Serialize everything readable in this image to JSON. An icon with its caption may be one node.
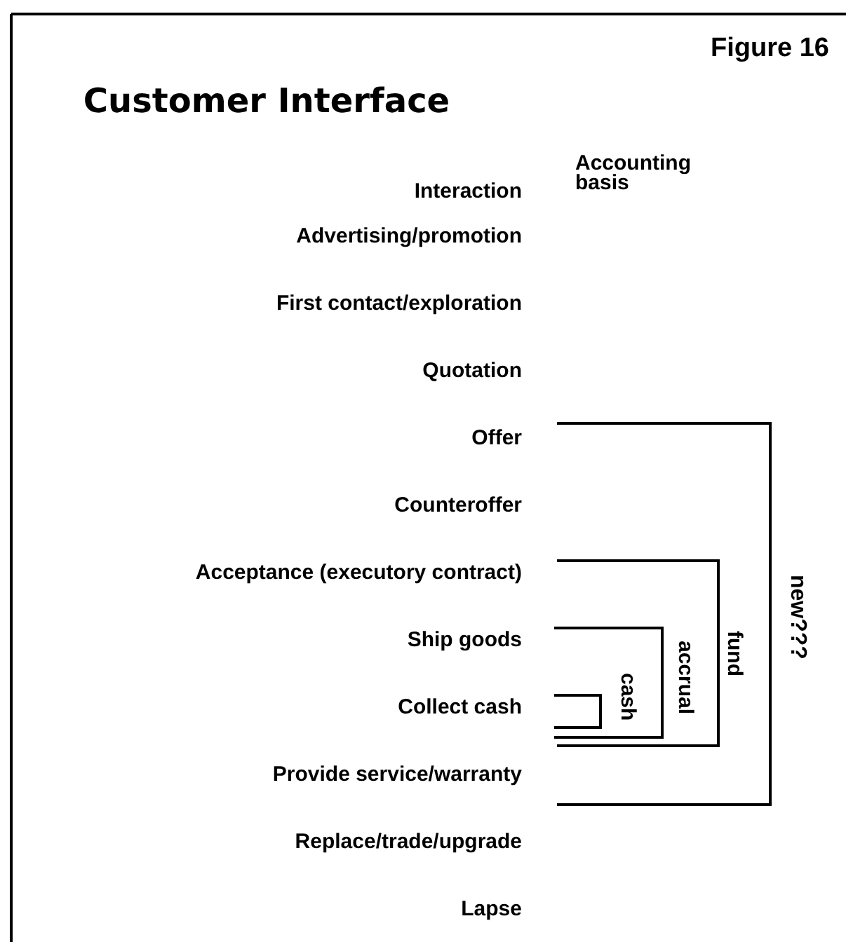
{
  "diagram": {
    "title": "Customer Interface",
    "labels": [
      "Figure 16",
      "Accounting basis",
      "Interaction",
      "Advertising/promotion",
      "First contact/exploration",
      "Quotation",
      "Offer",
      "Counteroffer",
      "Acceptance (executory contract)",
      "Ship goods",
      "Collect cash",
      "Provide service/warranty",
      "Replace/trade/upgrade",
      "Lapse",
      "new???",
      "fund",
      "accrual",
      "cash"
    ]
  }
}
